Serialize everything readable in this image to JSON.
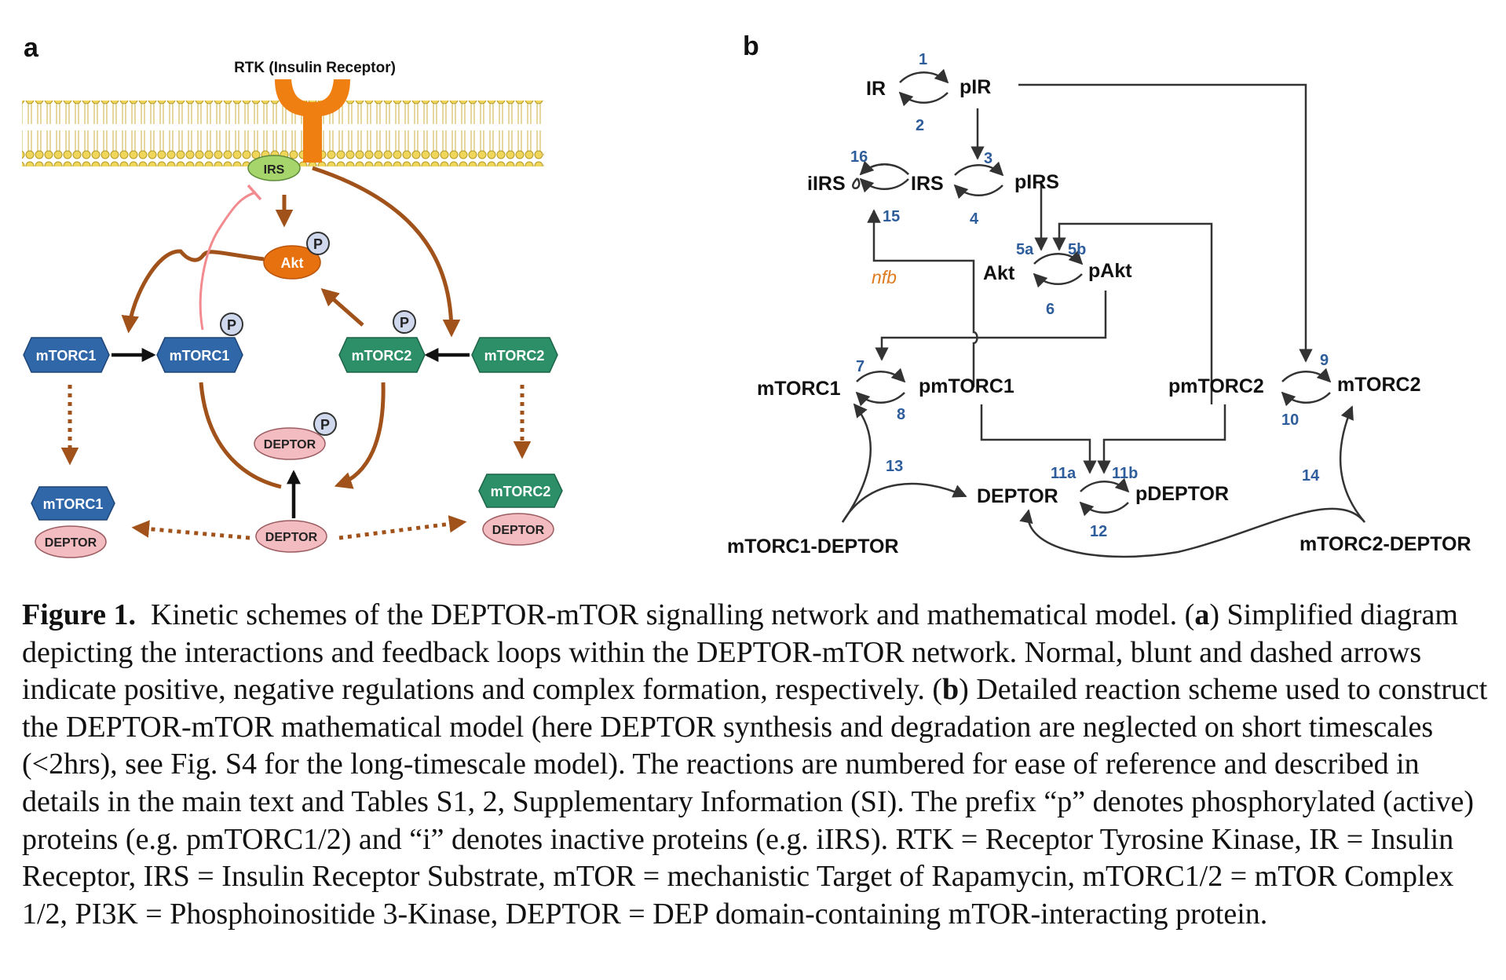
{
  "panel_a": {
    "letter": "a",
    "receptor": "RTK (Insulin Receptor)",
    "irs": "IRS",
    "akt": "Akt",
    "phospho": "P",
    "mtorc1": "mTORC1",
    "mtorc2": "mTORC2",
    "deptor": "DEPTOR"
  },
  "panel_b": {
    "letter": "b",
    "species": {
      "IR": "IR",
      "pIR": "pIR",
      "iIRS": "iIRS",
      "IRS": "IRS",
      "pIRS": "pIRS",
      "Akt": "Akt",
      "pAkt": "pAkt",
      "mTORC1": "mTORC1",
      "pmTORC1": "pmTORC1",
      "pmTORC2": "pmTORC2",
      "mTORC2": "mTORC2",
      "DEPTOR": "DEPTOR",
      "pDEPTOR": "pDEPTOR",
      "mTORC1_DEPTOR": "mTORC1-DEPTOR",
      "mTORC2_DEPTOR": "mTORC2-DEPTOR"
    },
    "reactions": {
      "r1": "1",
      "r2": "2",
      "r3": "3",
      "r4": "4",
      "r5a": "5a",
      "r5b": "5b",
      "r6": "6",
      "r7": "7",
      "r8": "8",
      "r9": "9",
      "r10": "10",
      "r11a": "11a",
      "r11b": "11b",
      "r12": "12",
      "r13": "13",
      "r14": "14",
      "r15": "15",
      "r16": "16"
    },
    "nfb": "nfb"
  },
  "colors": {
    "brown_arrow": "#a0521a",
    "blue_box": "#2f67a8",
    "green_box": "#2d8f68",
    "akt_orange": "#e8710f",
    "irs_green": "#a6d66b",
    "deptor_pink": "#f3bcc0",
    "receptor_orange": "#f07f12",
    "membrane_yellow": "#f0d65a",
    "inhibit_red": "#f28a8f",
    "number_blue": "#2d5d9a",
    "nfb_orange": "#e07a1f"
  },
  "caption": {
    "label": "Figure 1.",
    "s1": "Kinetic schemes of the DEPTOR-mTOR signalling network and mathematical model. (",
    "a": "a",
    "s2": ") Simplified diagram depicting the interactions and feedback loops within the DEPTOR-mTOR network. Normal, blunt and dashed arrows indicate positive, negative regulations and complex formation, respectively. (",
    "b": "b",
    "s3": ") Detailed reaction scheme used to construct the DEPTOR-mTOR mathematical model (here DEPTOR synthesis and degradation are neglected on short timescales (<2hrs), see Fig. S4 for the long-timescale model). The reactions are numbered for ease of reference and described in details in the main text and Tables S1, 2, Supplementary Information (SI). The prefix “p” denotes phosphorylated (active) proteins (e.g. pmTORC1/2) and “i” denotes inactive proteins (e.g. iIRS). RTK = Receptor Tyrosine Kinase, IR = Insulin Receptor, IRS = Insulin Receptor Substrate, mTOR = mechanistic Target of Rapamycin, mTORC1/2 = mTOR Complex 1/2, PI3K = Phosphoinositide 3-Kinase, DEPTOR = DEP domain-containing mTOR-interacting protein."
  }
}
